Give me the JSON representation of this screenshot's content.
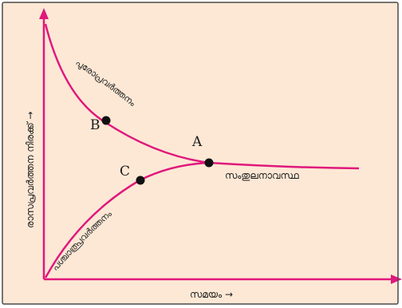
{
  "colors": {
    "background": "#fde8d5",
    "frame": "#4a4a4a",
    "axis": "#e0187c",
    "curve": "#e0187c",
    "point": "#111111"
  },
  "labels": {
    "y_axis": "രാസപ്രവർത്തന നിരക്ക് →",
    "x_axis": "സമയം →",
    "forward_reaction": "പുരോപ്രവർത്തനം",
    "backward_reaction": "പശ്ചാത്പ്രവർത്തനം",
    "equilibrium": "സംതുലനാവസ്ഥ",
    "point_a": "A",
    "point_b": "B",
    "point_c": "C"
  }
}
